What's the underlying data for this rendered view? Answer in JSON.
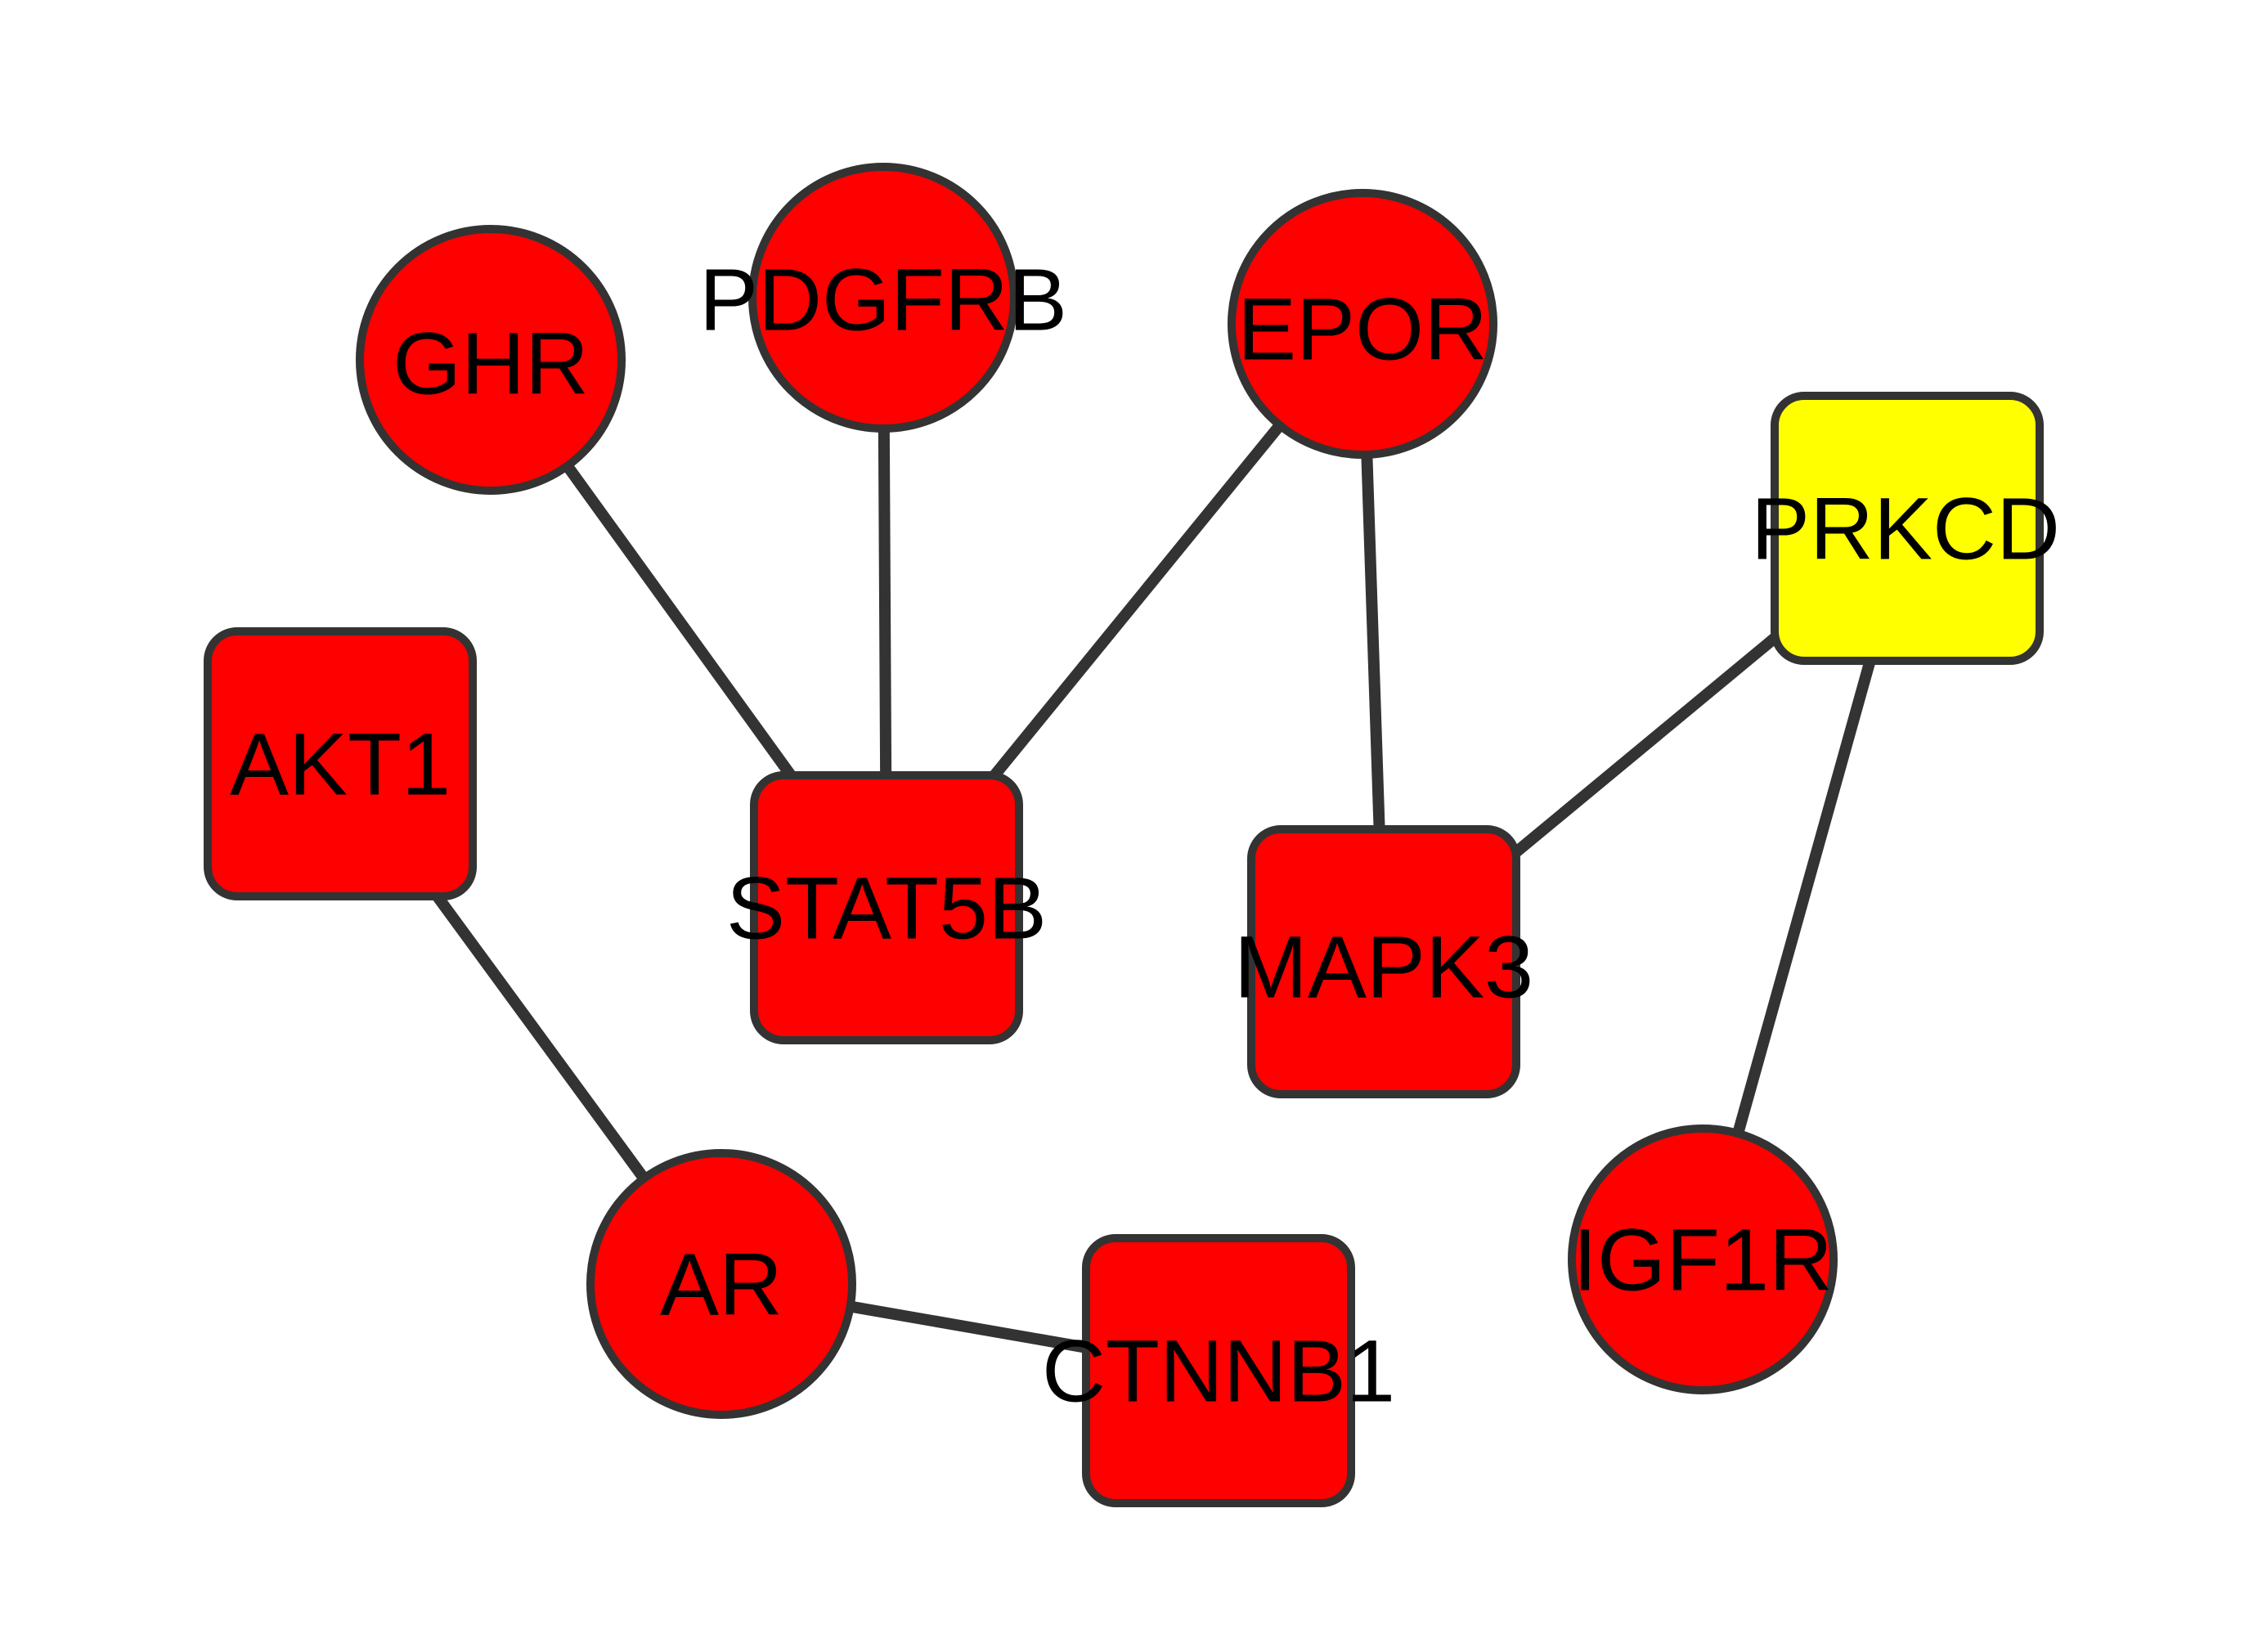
{
  "network": {
    "nodes": [
      {
        "id": "GHR",
        "label": "GHR",
        "shape": "circle",
        "color": "#ff0000"
      },
      {
        "id": "PDGFRB",
        "label": "PDGFRB",
        "shape": "circle",
        "color": "#ff0000"
      },
      {
        "id": "EPOR",
        "label": "EPOR",
        "shape": "circle",
        "color": "#ff0000"
      },
      {
        "id": "PRKCD",
        "label": "PRKCD",
        "shape": "rounded-square",
        "color": "#ffff00"
      },
      {
        "id": "AKT1",
        "label": "AKT1",
        "shape": "rounded-square",
        "color": "#ff0000"
      },
      {
        "id": "STAT5B",
        "label": "STAT5B",
        "shape": "rounded-square",
        "color": "#ff0000"
      },
      {
        "id": "MAPK3",
        "label": "MAPK3",
        "shape": "rounded-square",
        "color": "#ff0000"
      },
      {
        "id": "AR",
        "label": "AR",
        "shape": "circle",
        "color": "#ff0000"
      },
      {
        "id": "CTNNB1",
        "label": "CTNNB1",
        "shape": "rounded-square",
        "color": "#ff0000"
      },
      {
        "id": "IGF1R",
        "label": "IGF1R",
        "shape": "circle",
        "color": "#ff0000"
      }
    ],
    "edges": [
      {
        "source": "GHR",
        "target": "STAT5B"
      },
      {
        "source": "PDGFRB",
        "target": "STAT5B"
      },
      {
        "source": "EPOR",
        "target": "STAT5B"
      },
      {
        "source": "EPOR",
        "target": "MAPK3"
      },
      {
        "source": "PRKCD",
        "target": "MAPK3"
      },
      {
        "source": "PRKCD",
        "target": "IGF1R"
      },
      {
        "source": "AKT1",
        "target": "AR"
      },
      {
        "source": "AR",
        "target": "CTNNB1"
      }
    ],
    "edge_color": "#333333",
    "border_color": "#333333"
  }
}
